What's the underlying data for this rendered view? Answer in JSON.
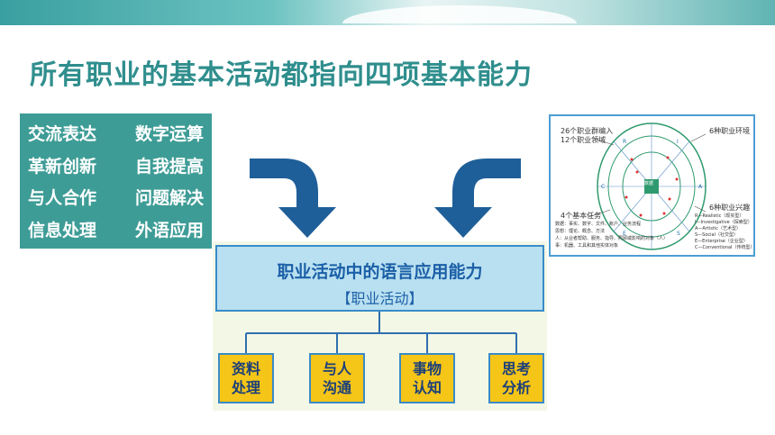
{
  "slide": {
    "title": "所有职业的基本活动都指向四项基本能力",
    "skills": [
      [
        "交流表达",
        "数字运算"
      ],
      [
        "革新创新",
        "自我提高"
      ],
      [
        "与人合作",
        "问题解决"
      ],
      [
        "信息处理",
        "外语应用"
      ]
    ],
    "ability_box": {
      "title": "职业活动中的语言应用能力",
      "subtitle": "【职业活动】"
    },
    "sub_boxes": [
      [
        "资料",
        "处理"
      ],
      [
        "与人",
        "沟通"
      ],
      [
        "事物",
        "认知"
      ],
      [
        "思考",
        "分析"
      ]
    ],
    "wheel": {
      "label_groups": [
        "26个职业群编入",
        "12个职业领域"
      ],
      "label_env": "6种职业环境",
      "label_interest": "6种职业兴趣",
      "label_tasks": "4个基本任务",
      "riasec": [
        "R—Realistic（现实型）",
        "I—Investigative（探索型）",
        "A—Artistic（艺术型）",
        "S—Social（社交型）",
        "E—Enterprise（企业型）",
        "C—Conventional（传统型）"
      ],
      "tasks_text": [
        "数据：事实、数字、文件、账户、业务流程",
        "思想：理论、概念、方法",
        "人：从业者帮助、服务、指导、照顾或影响的对象（人）",
        "事：机器、工具和其他实体对象"
      ],
      "hub_label": "数据",
      "sector_letters": [
        "R",
        "I",
        "A",
        "S",
        "E",
        "C"
      ]
    },
    "colors": {
      "title": "#2f8e8d",
      "skills_bg": "#3e9c96",
      "arrow": "#1f5f99",
      "ability_bg": "#b9e0f1",
      "sub_bg": "#f5c518"
    }
  }
}
